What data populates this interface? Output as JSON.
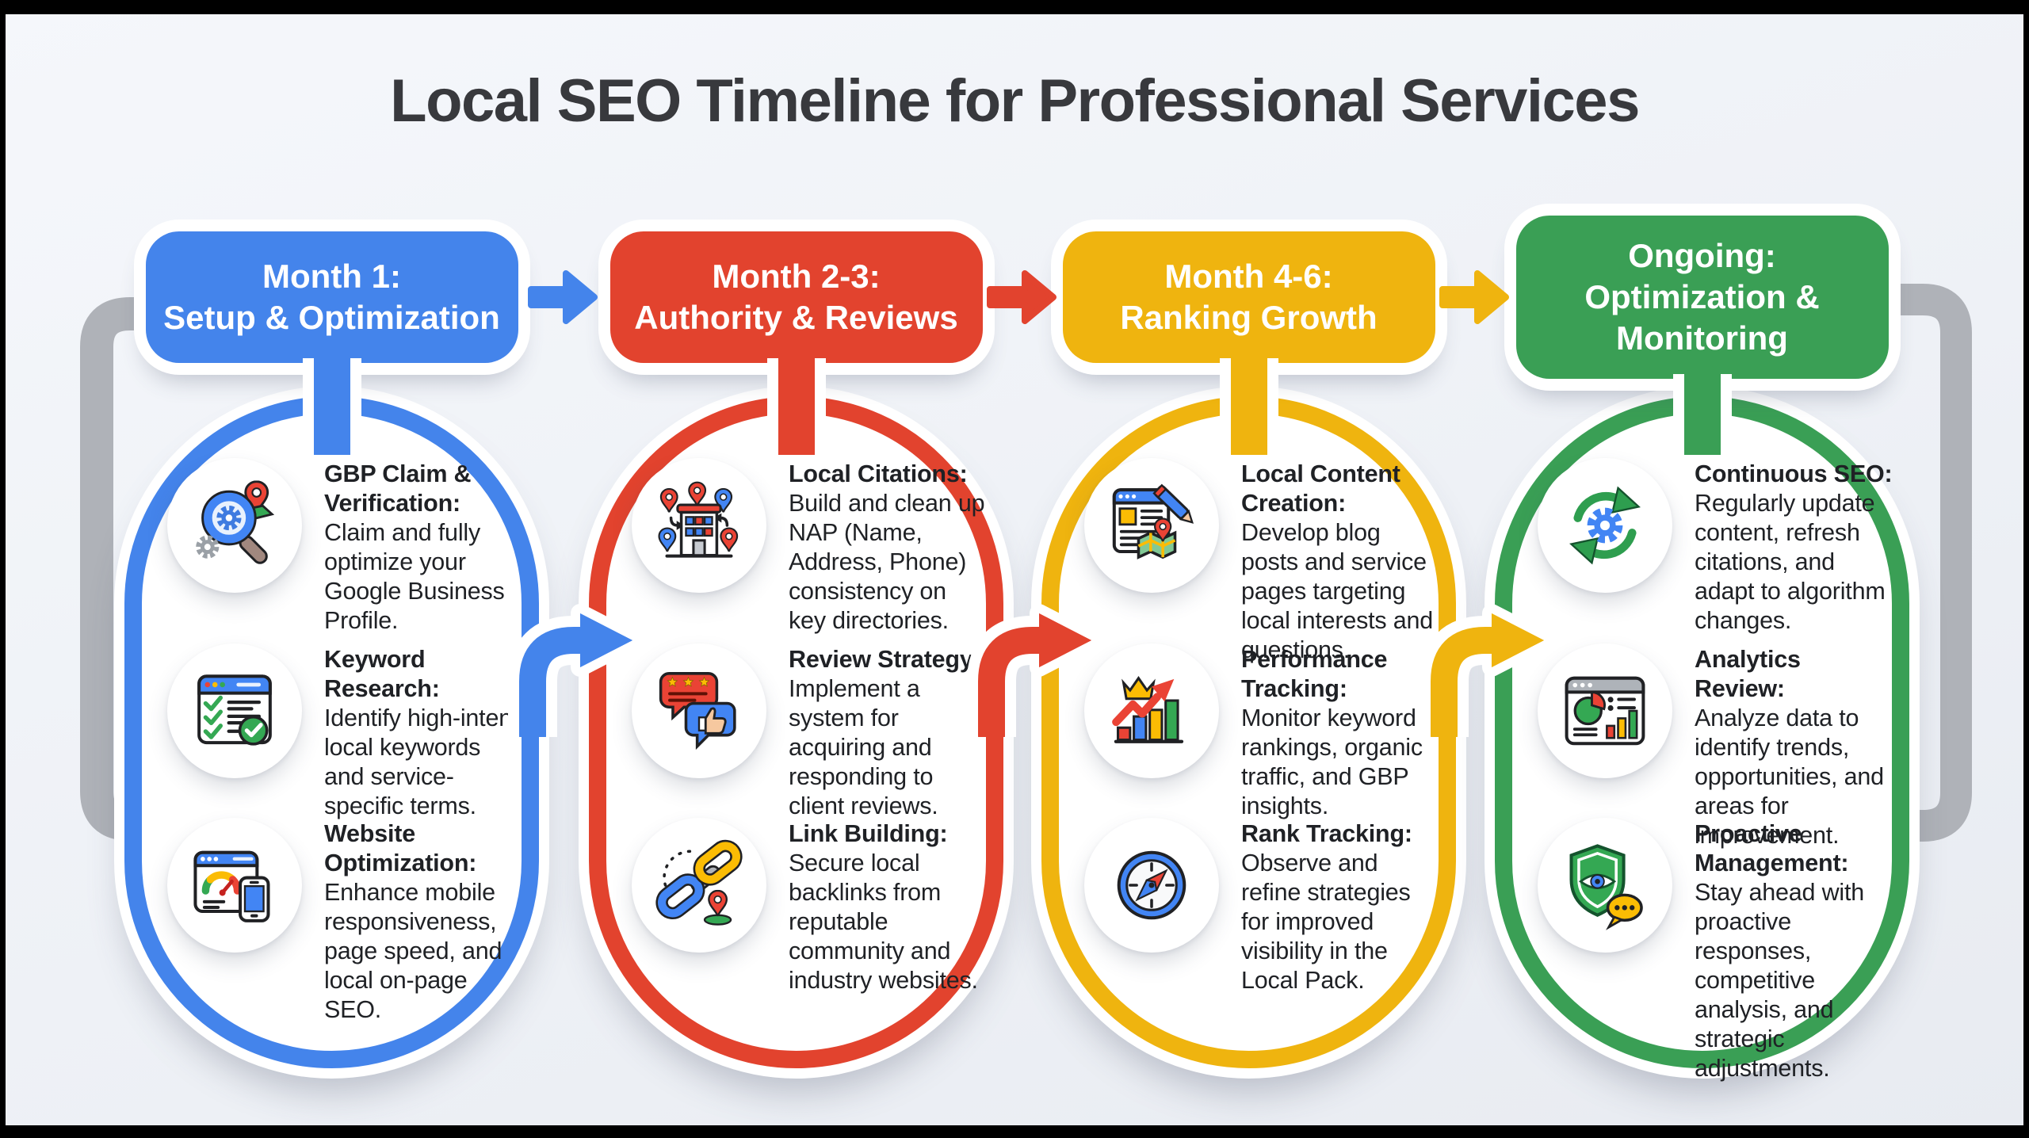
{
  "title": "Local SEO Timeline for Professional Services",
  "title_color": "#38393D",
  "background": "#EEF1F6",
  "frame_color": "#000000",
  "connector_color": "#AFB2B8",
  "columns": [
    {
      "id": "month-1",
      "color": "#4484EB",
      "header_lines": [
        "Month 1:",
        "Setup & Optimization"
      ],
      "items": [
        {
          "icon": "gbp-search-icon",
          "heading": "GBP Claim & Verification:",
          "body": "Claim and fully optimize your Google Business Profile."
        },
        {
          "icon": "keyword-checklist-icon",
          "heading": "Keyword Research:",
          "body": "Identify high-intent local keywords and service-specific terms."
        },
        {
          "icon": "site-speed-icon",
          "heading": "Website Optimization:",
          "body": "Enhance mobile responsiveness, page speed, and local on-page SEO."
        }
      ]
    },
    {
      "id": "month-2-3",
      "color": "#E2432E",
      "header_lines": [
        "Month 2-3:",
        "Authority & Reviews"
      ],
      "items": [
        {
          "icon": "citations-building-icon",
          "heading": "Local Citations:",
          "body": "Build and clean up NAP (Name, Address, Phone) consistency on key directories."
        },
        {
          "icon": "reviews-bubbles-icon",
          "heading": "Review Strategy:",
          "body": "Implement a system for acquiring and responding to client reviews."
        },
        {
          "icon": "link-chain-icon",
          "heading": "Link Building:",
          "body": "Secure local backlinks from reputable community and industry websites."
        }
      ]
    },
    {
      "id": "month-4-6",
      "color": "#EFB40F",
      "header_lines": [
        "Month 4-6:",
        "Ranking Growth"
      ],
      "items": [
        {
          "icon": "content-map-icon",
          "heading": "Local Content Creation:",
          "body": "Develop blog posts and service pages targeting local interests and questions."
        },
        {
          "icon": "growth-chart-icon",
          "heading": "Performance Tracking:",
          "body": "Monitor keyword rankings, organic traffic, and GBP insights."
        },
        {
          "icon": "compass-icon",
          "heading": "Rank Tracking:",
          "body": "Observe and refine strategies for improved visibility in the Local Pack."
        }
      ]
    },
    {
      "id": "ongoing",
      "color": "#3A9F55",
      "header_lines": [
        "Ongoing:",
        "Optimization &",
        "Monitoring"
      ],
      "items": [
        {
          "icon": "refresh-gear-icon",
          "heading": "Continuous SEO:",
          "body": "Regularly update content, refresh citations, and adapt to algorithm changes."
        },
        {
          "icon": "analytics-dashboard-icon",
          "heading": "Analytics Review:",
          "body": "Analyze data to identify trends, opportunities, and areas for improvement."
        },
        {
          "icon": "shield-eye-icon",
          "heading": "Proactive Management:",
          "body": "Stay ahead with proactive responses, competitive analysis, and strategic adjustments."
        }
      ]
    }
  ]
}
